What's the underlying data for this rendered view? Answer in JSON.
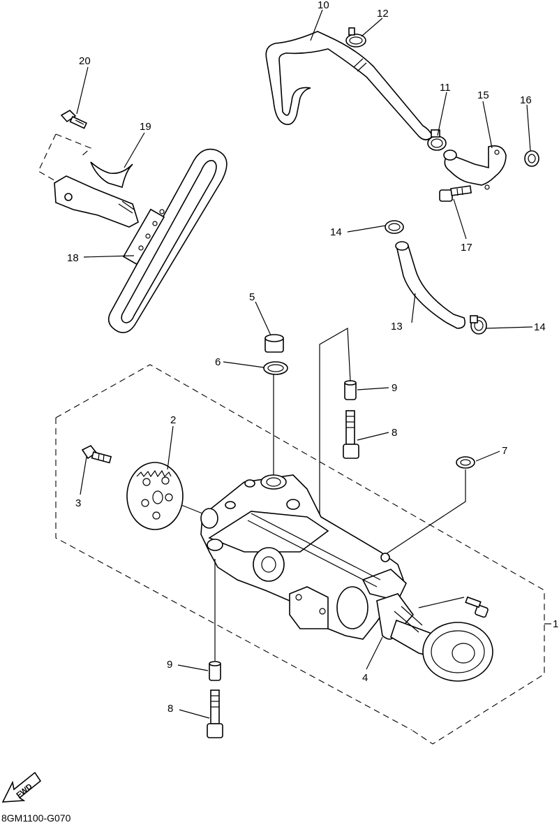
{
  "diagram": {
    "drawing_code": "8GM1100-G070",
    "fwd_label": "FWD",
    "callouts": [
      "1",
      "2",
      "3",
      "4",
      "5",
      "6",
      "7",
      "8",
      "8",
      "9",
      "9",
      "10",
      "11",
      "12",
      "13",
      "14",
      "14",
      "15",
      "16",
      "17",
      "18",
      "19",
      "20"
    ]
  }
}
